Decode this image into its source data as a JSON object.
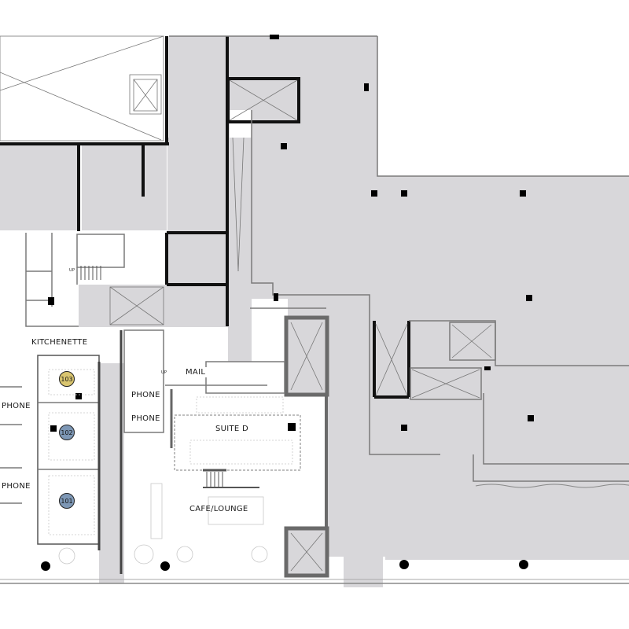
{
  "plan": {
    "colors": {
      "background": "#ffffff",
      "leased_space_fill": "#d8d7da",
      "wall": "#111111",
      "thin_wall": "#7a7a7a",
      "column": "#000000",
      "badge_103": "#d9c56f",
      "badge_102": "#7d97b5",
      "badge_101": "#7d97b5"
    },
    "room_labels": {
      "kitchenette": "KITCHENETTE",
      "mail": "MAIL",
      "phone_1": "PHONE",
      "phone_2": "PHONE",
      "phone_3": "PHONE",
      "phone_4": "PHONE",
      "suite_d": "SUITE D",
      "cafe_lounge": "CAFE/LOUNGE"
    },
    "stair_labels": {
      "stair_1": "UP",
      "stair_2": "UP"
    },
    "badges": [
      {
        "id": "103",
        "label": "103",
        "color": "#d9c56f"
      },
      {
        "id": "102",
        "label": "102",
        "color": "#7d97b5"
      },
      {
        "id": "101",
        "label": "101",
        "color": "#7d97b5"
      }
    ]
  }
}
